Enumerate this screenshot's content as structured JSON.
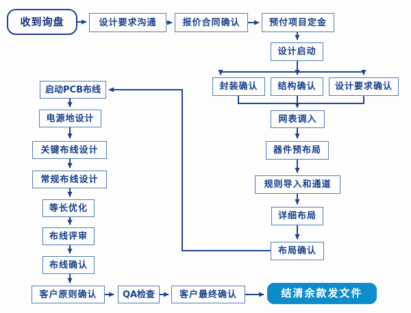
{
  "diagram": {
    "type": "flowchart",
    "title": "PCB design service workflow",
    "colors": {
      "background": "#fdfdfd",
      "line": "#1c4392",
      "box_border": "#4f7cb5",
      "box_text": "#17418c",
      "start_border": "#1c3f94",
      "end_fill": "#0d8cca",
      "end_text": "#ffffff"
    },
    "nodes": [
      {
        "id": "received-inquiry",
        "kind": "start",
        "label": "收到询盘"
      },
      {
        "id": "design-requirement-comm",
        "kind": "process",
        "label": "设计要求沟通"
      },
      {
        "id": "quote-contract-confirm",
        "kind": "process",
        "label": "报价合同确认"
      },
      {
        "id": "prepay-project-deposit",
        "kind": "process",
        "label": "预付项目定金"
      },
      {
        "id": "design-kickoff",
        "kind": "process",
        "label": "设计启动"
      },
      {
        "id": "package-confirm",
        "kind": "process",
        "label": "封装确认"
      },
      {
        "id": "structure-confirm",
        "kind": "process",
        "label": "结构确认"
      },
      {
        "id": "design-requirement-confirm",
        "kind": "process",
        "label": "设计要求确认"
      },
      {
        "id": "netlist-import",
        "kind": "process",
        "label": "网表调入"
      },
      {
        "id": "component-prelayout",
        "kind": "process",
        "label": "器件预布局"
      },
      {
        "id": "rule-import-channel",
        "kind": "process",
        "label": "规则导入和通道"
      },
      {
        "id": "detailed-layout",
        "kind": "process",
        "label": "详细布局"
      },
      {
        "id": "layout-confirm",
        "kind": "process",
        "label": "布局确认"
      },
      {
        "id": "start-pcb-routing",
        "kind": "process",
        "label": "启动PCB布线"
      },
      {
        "id": "power-ground-design",
        "kind": "process",
        "label": "电源地设计"
      },
      {
        "id": "critical-routing-design",
        "kind": "process",
        "label": "关键布线设计"
      },
      {
        "id": "regular-routing-design",
        "kind": "process",
        "label": "常规布线设计"
      },
      {
        "id": "equal-length-optimize",
        "kind": "process",
        "label": "等长优化"
      },
      {
        "id": "routing-review",
        "kind": "process",
        "label": "布线评审"
      },
      {
        "id": "routing-confirm",
        "kind": "process",
        "label": "布线确认"
      },
      {
        "id": "customer-principle-confirm",
        "kind": "process",
        "label": "客户原则确认"
      },
      {
        "id": "qa-check",
        "kind": "process",
        "label": "QA检查"
      },
      {
        "id": "customer-final-confirm",
        "kind": "process",
        "label": "客户最终确认"
      },
      {
        "id": "settle-balance-send-files",
        "kind": "end",
        "label": "结清余款发文件"
      }
    ]
  }
}
